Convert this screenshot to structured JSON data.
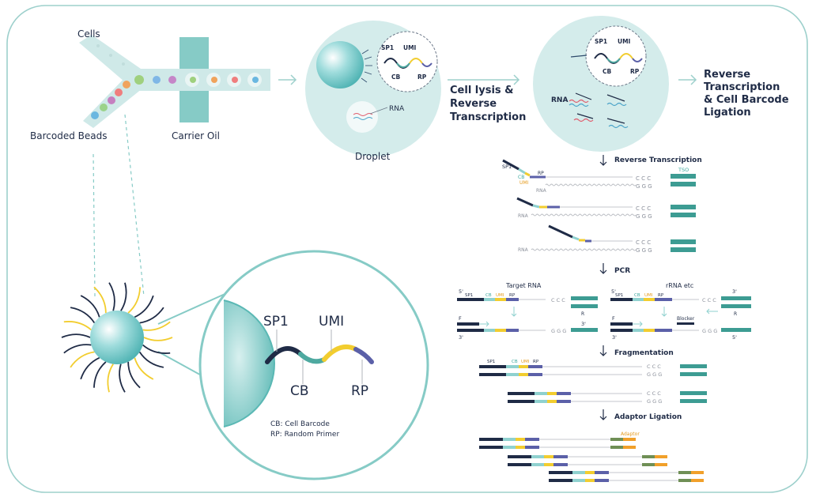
{
  "channels": {
    "cells": "Cells",
    "barcoded_beads": "Barcoded Beads",
    "carrier_oil": "Carrier Oil"
  },
  "droplet": {
    "label": "Droplet",
    "rna": "RNA",
    "sp1": "SP1",
    "umi": "UMI",
    "cb": "CB",
    "rp": "RP"
  },
  "step1": {
    "line1": "Cell lysis &",
    "line2": "Reverse",
    "line3": "Transcription"
  },
  "lysed": {
    "rna": "RNA",
    "sp1": "SP1",
    "umi": "UMI",
    "cb": "CB",
    "rp": "RP"
  },
  "step2": {
    "line1": "Reverse",
    "line2": "Transcription",
    "line3": "& Cell Barcode",
    "line4": "Ligation"
  },
  "bead_zoom": {
    "sp1": "SP1",
    "umi": "UMI",
    "cb": "CB",
    "rp": "RP",
    "legend_cb": "CB:  Cell Barcode",
    "legend_rp": "RP:  Random Primer"
  },
  "rt": {
    "title": "Reverse Transcription",
    "sp1": "SP1",
    "cb": "CB",
    "umi": "UMI",
    "rp": "RP",
    "rna": "RNA",
    "ccc": "C C C",
    "ggg": "G G G",
    "tso": "TSO"
  },
  "pcr": {
    "title": "PCR",
    "target": "Target RNA",
    "rrna": "rRNA etc",
    "five": "5'",
    "three": "3'",
    "sp1": "SP1",
    "cb": "CB",
    "umi": "UMI",
    "rp": "RP",
    "ccc": "C C C",
    "ggg": "G G G",
    "r": "R",
    "f": "F",
    "blocker": "Blocker"
  },
  "frag": {
    "title": "Fragmentation",
    "sp1": "SP1",
    "cb": "CB",
    "umi": "UMI",
    "rp": "RP",
    "ccc": "C C C",
    "ggg": "G G G"
  },
  "adaptor": {
    "title": "Adaptor Ligation",
    "label": "Adaptor"
  },
  "colors": {
    "navy": "#1f2b46",
    "teal": "#4ea9a0",
    "light_teal": "#8fd1cf",
    "yellow": "#f2cd2f",
    "purple": "#5b60a8",
    "orange": "#f1a02a",
    "olive": "#6f8f55",
    "border": "#9dd0cc"
  }
}
